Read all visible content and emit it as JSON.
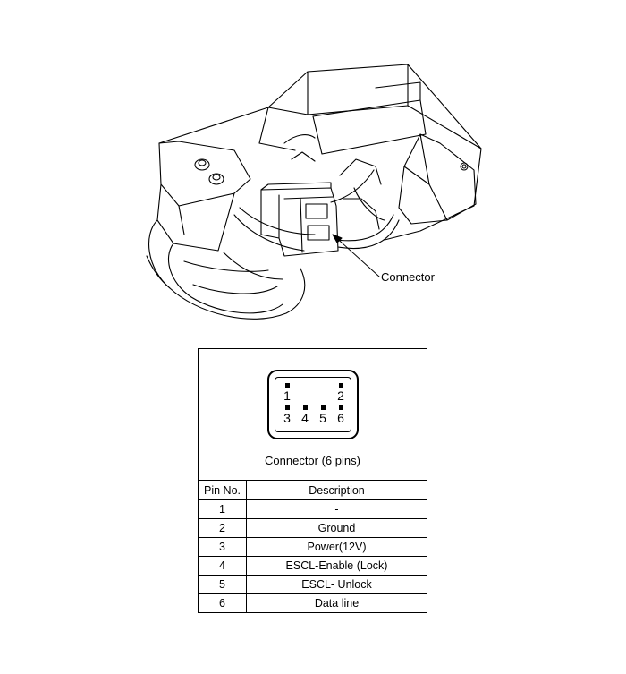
{
  "callout": {
    "label": "Connector"
  },
  "connector": {
    "caption": "Connector (6 pins)",
    "pins_top": [
      "1",
      "2"
    ],
    "pins_bottom": [
      "3",
      "4",
      "5",
      "6"
    ]
  },
  "table": {
    "headers": [
      "Pin No.",
      "Description"
    ],
    "rows": [
      [
        "1",
        "-"
      ],
      [
        "2",
        "Ground"
      ],
      [
        "3",
        "Power(12V)"
      ],
      [
        "4",
        "ESCL-Enable (Lock)"
      ],
      [
        "5",
        "ESCL- Unlock"
      ],
      [
        "6",
        "Data line"
      ]
    ]
  }
}
